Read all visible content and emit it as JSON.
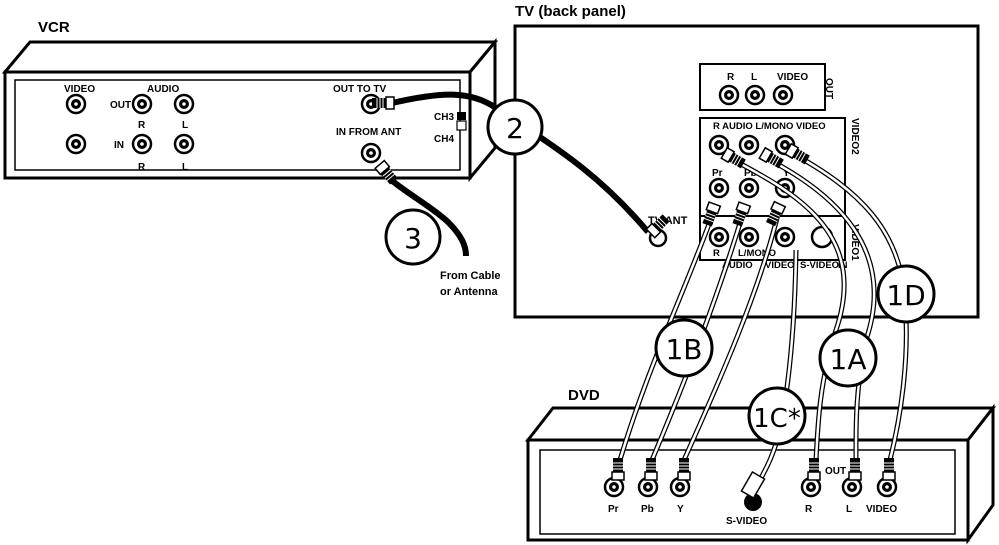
{
  "vcr": {
    "title": "VCR",
    "video": "VIDEO",
    "audio": "AUDIO",
    "out": "OUT",
    "in": "IN",
    "r_top": "R",
    "l_top": "L",
    "r_bottom": "R",
    "l_bottom": "L",
    "out_to_tv": "OUT TO TV",
    "in_from_ant": "IN FROM ANT",
    "ch3": "CH3",
    "ch4": "CH4"
  },
  "tv": {
    "title": "TV (back panel)",
    "out_r": "R",
    "out_l": "L",
    "out_video": "VIDEO",
    "out_side": "OUT",
    "v2_header": "R AUDIO L/MONO VIDEO",
    "v2_side": "VIDEO2",
    "pr": "Pr",
    "pb": "Pb",
    "y": "Y",
    "tv_ant": "TV ANT",
    "v1_r": "R",
    "v1_lmono": "L/MONO",
    "v1_audio": "AUDIO",
    "v1_video": "VIDEO",
    "v1_svideo": "S-VIDEO",
    "v1_in": "IN",
    "v1_side": "VIDEO1"
  },
  "cable_source": {
    "line1": "From Cable",
    "line2": "or Antenna"
  },
  "dvd": {
    "title": "DVD",
    "pr": "Pr",
    "pb": "Pb",
    "y": "Y",
    "svideo": "S-VIDEO",
    "r": "R",
    "l": "L",
    "video": "VIDEO",
    "out": "OUT"
  },
  "callouts": {
    "c2": "2",
    "c3": "3",
    "c1a": "1A",
    "c1b": "1B",
    "c1c": "1C*",
    "c1d": "1D"
  }
}
